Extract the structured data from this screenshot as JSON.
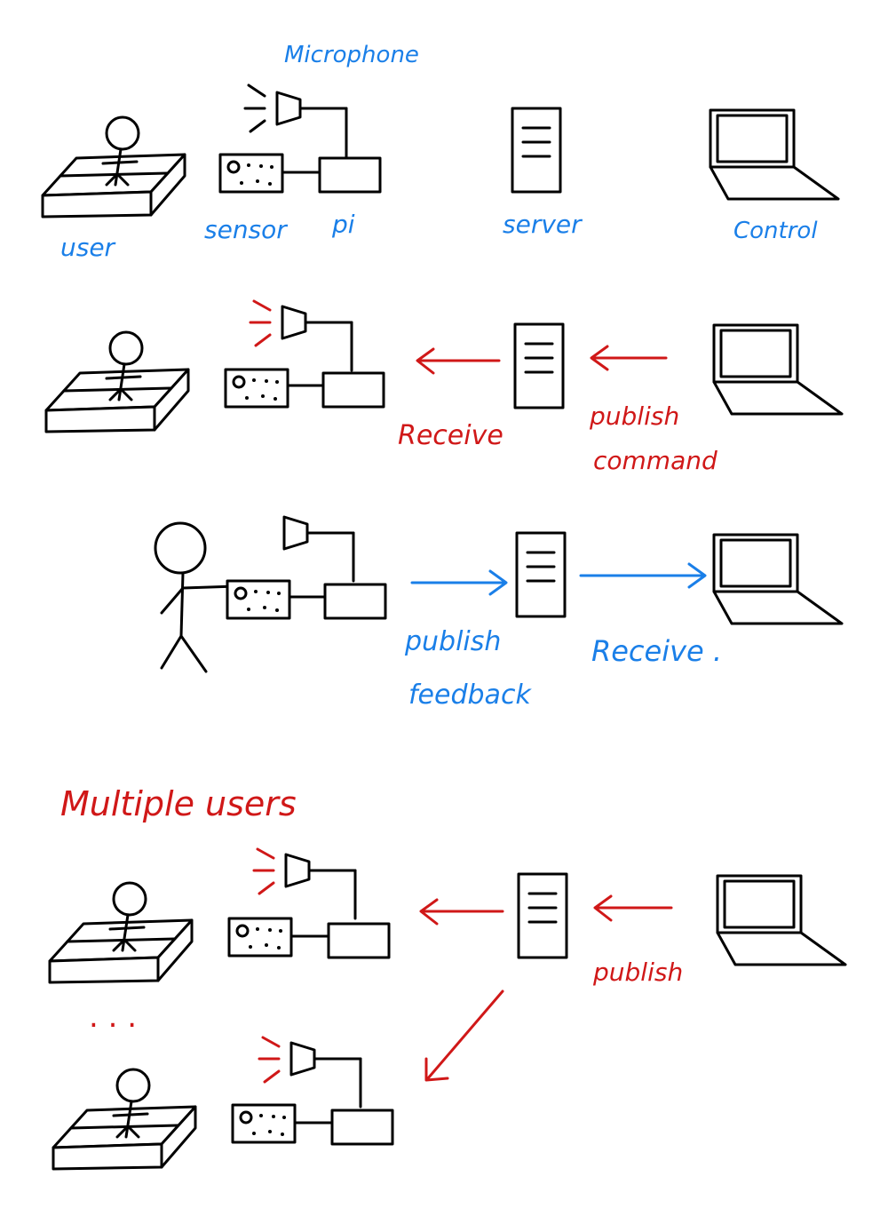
{
  "colors": {
    "ink": "#000000",
    "blue": "#1a7fe8",
    "red": "#d01818"
  },
  "labels": {
    "microphone": "Microphone",
    "user": "user",
    "sensor": "sensor",
    "pi": "pi",
    "server": "server",
    "control": "Control",
    "receive_1": "Receive",
    "publish_command_1": "publish",
    "publish_command_2": "command",
    "publish_feedback_1": "publish",
    "publish_feedback_2": "feedback",
    "receive_2": "Receive .",
    "multiple_users": "Multiple users",
    "ellipsis": ". . .",
    "publish_3": "publish"
  },
  "icons": [
    "bed-user-icon",
    "microphone-icon",
    "sensor-board-icon",
    "pi-box-icon",
    "server-icon",
    "laptop-icon",
    "stick-figure-icon",
    "arrow-icon"
  ]
}
